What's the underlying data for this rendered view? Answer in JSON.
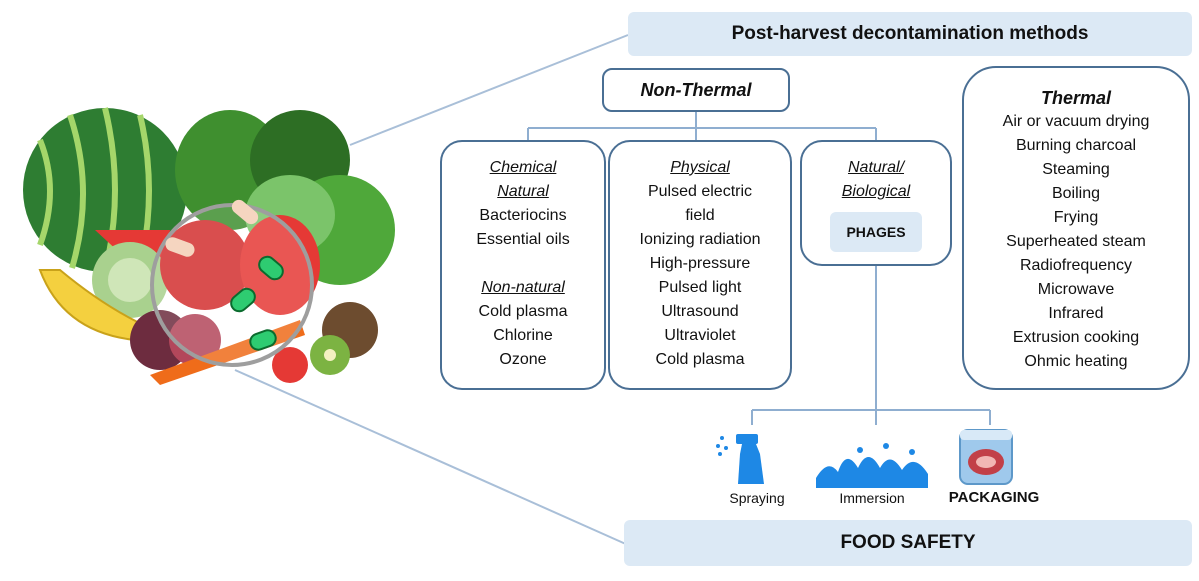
{
  "title": "Post-harvest decontamination methods",
  "footer": "FOOD SAFETY",
  "non_thermal": {
    "label": "Non-Thermal",
    "chemical": {
      "header": "Chemical",
      "natural_header": "Natural",
      "natural_items": [
        "Bacteriocins",
        "Essential oils"
      ],
      "non_natural_header": "Non-natural",
      "non_natural_items": [
        "Cold plasma",
        "Chlorine",
        "Ozone"
      ]
    },
    "physical": {
      "header": "Physical",
      "items": [
        "Pulsed electric",
        "field",
        "Ionizing radiation",
        "High-pressure",
        "Pulsed light",
        "Ultrasound",
        "Ultraviolet",
        "Cold plasma"
      ]
    },
    "biological": {
      "header_line1": "Natural/",
      "header_line2": "Biological",
      "phages": "PHAGES"
    }
  },
  "thermal": {
    "header": "Thermal",
    "items": [
      "Air or vacuum drying",
      "Burning charcoal",
      "Steaming",
      "Boiling",
      "Frying",
      "Superheated steam",
      "Radiofrequency",
      "Microwave",
      "Infrared",
      "Extrusion  cooking",
      "Ohmic heating"
    ]
  },
  "applications": {
    "spraying": "Spraying",
    "immersion": "Immersion",
    "packaging": "PACKAGING"
  },
  "colors": {
    "banner": "#dce9f5",
    "border": "#4a6f94",
    "connector": "#8faed0"
  }
}
